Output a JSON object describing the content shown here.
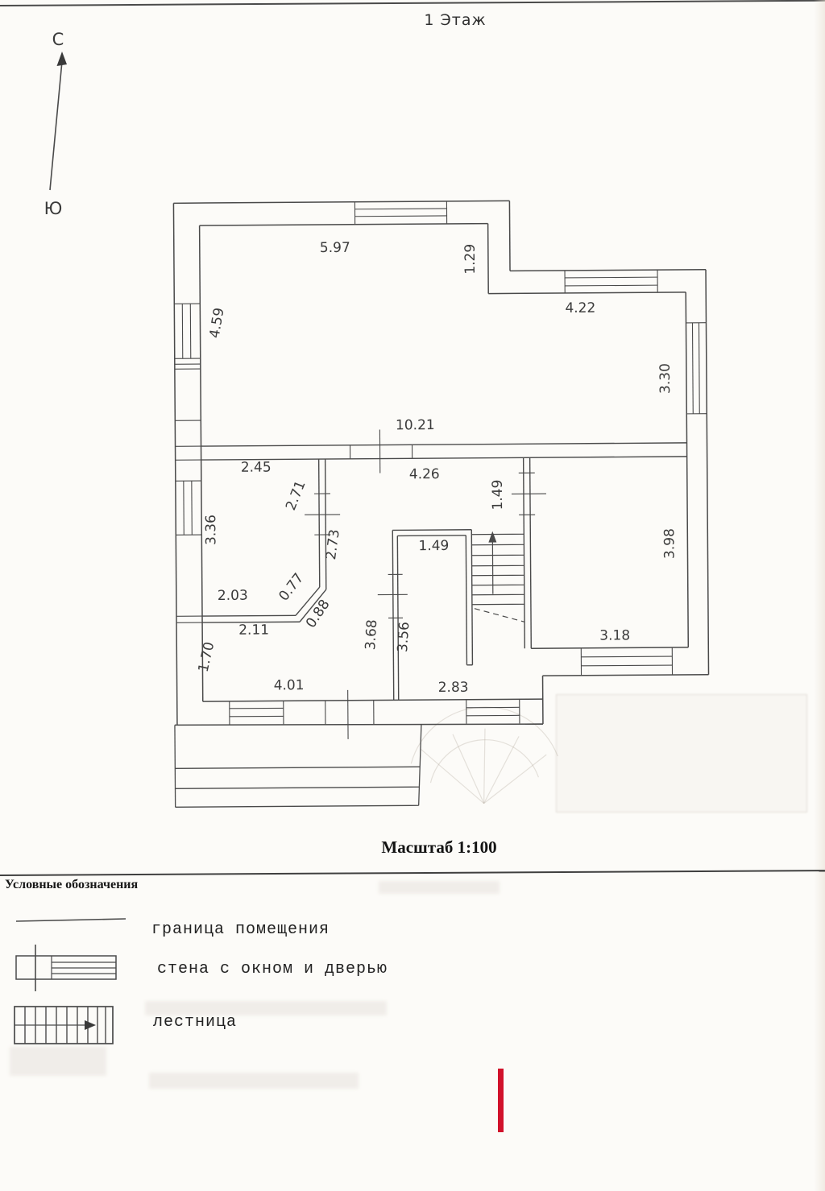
{
  "page": {
    "floor_title": "1 Этаж",
    "scale_label": "Масштаб 1:100"
  },
  "compass": {
    "north_label": "С",
    "south_label": "Ю"
  },
  "plan": {
    "dims": [
      {
        "value": "5.97"
      },
      {
        "value": "1.29"
      },
      {
        "value": "4.22"
      },
      {
        "value": "4.59"
      },
      {
        "value": "3.30"
      },
      {
        "value": "10.21"
      },
      {
        "value": "2.45"
      },
      {
        "value": "4.26"
      },
      {
        "value": "2.71"
      },
      {
        "value": "1.49"
      },
      {
        "value": "3.36"
      },
      {
        "value": "2.73"
      },
      {
        "value": "1.49"
      },
      {
        "value": "3.98"
      },
      {
        "value": "2.03"
      },
      {
        "value": "0.77"
      },
      {
        "value": "0.88"
      },
      {
        "value": "2.11"
      },
      {
        "value": "1.70"
      },
      {
        "value": "3.68"
      },
      {
        "value": "3.56"
      },
      {
        "value": "3.18"
      },
      {
        "value": "4.01"
      },
      {
        "value": "2.83"
      }
    ]
  },
  "legend": {
    "heading": "Условные обозначения",
    "items": [
      {
        "icon": "room-boundary-line",
        "label": "граница помещения"
      },
      {
        "icon": "wall-with-window-and-door",
        "label": "стена с окном и дверью"
      },
      {
        "icon": "staircase",
        "label": "лестница"
      }
    ]
  },
  "colors": {
    "ink": "#4a4a4a",
    "marker_red": "#d1112b",
    "paper": "#fcfbf8"
  }
}
